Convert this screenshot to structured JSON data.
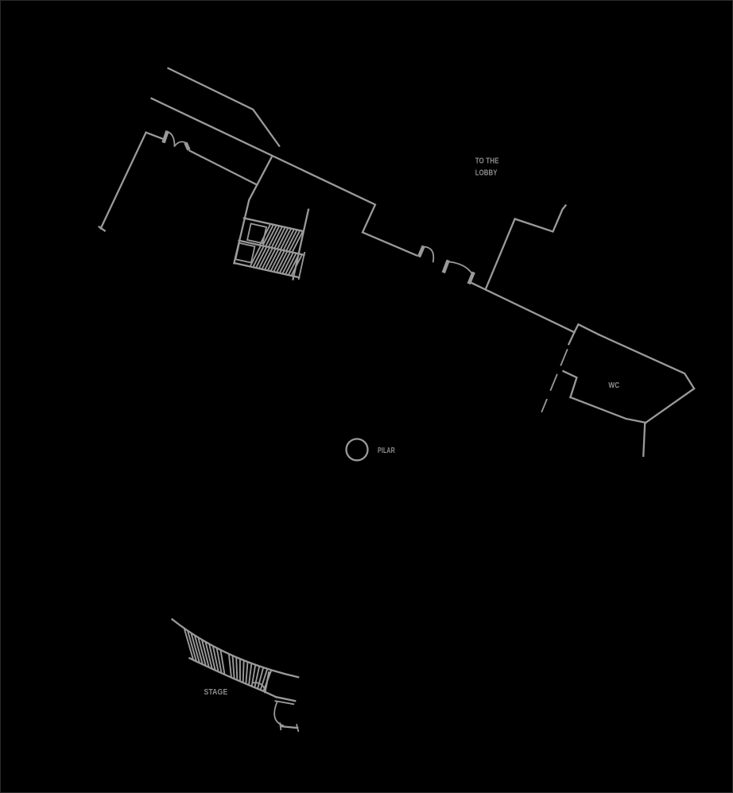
{
  "page": {
    "background": "#000000",
    "frame_border": "#2b2b2b"
  },
  "plan": {
    "line_color": "#9a9a9a",
    "text_color": "#8d8d8d",
    "labels": {
      "lobby_line1": "TO THE",
      "lobby_line2": "LOBBY",
      "wc": "WC",
      "pillar": "PILAR",
      "stage": "STAGE"
    }
  }
}
